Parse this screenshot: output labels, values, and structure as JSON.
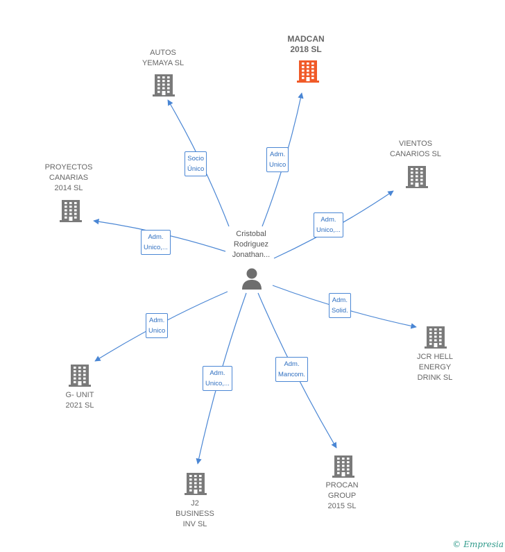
{
  "center": {
    "name": "Cristobal\nRodriguez\nJonathan..."
  },
  "nodes": [
    {
      "id": "autos-yemaya",
      "label": "AUTOS\nYEMAYA SL",
      "highlight": false,
      "relation": "Socio\nÚnico"
    },
    {
      "id": "madcan-2018",
      "label": "MADCAN\n2018 SL",
      "highlight": true,
      "relation": "Adm.\nUnico"
    },
    {
      "id": "vientos-canarios",
      "label": "VIENTOS\nCANARIOS SL",
      "highlight": false,
      "relation": "Adm.\nUnico,..."
    },
    {
      "id": "proyectos-canarias",
      "label": "PROYECTOS\nCANARIAS\n2014 SL",
      "highlight": false,
      "relation": "Adm.\nUnico,..."
    },
    {
      "id": "jcr-hell",
      "label": "JCR HELL\nENERGY\nDRINK SL",
      "highlight": false,
      "relation": "Adm.\nSolid."
    },
    {
      "id": "g-unit-2021",
      "label": "G- UNIT\n2021 SL",
      "highlight": false,
      "relation": "Adm.\nUnico"
    },
    {
      "id": "j2-business",
      "label": "J2\nBUSINESS\nINV SL",
      "highlight": false,
      "relation": "Adm.\nUnico,..."
    },
    {
      "id": "procan-group",
      "label": "PROCAN\nGROUP\n2015 SL",
      "highlight": false,
      "relation": "Adm.\nMancom."
    }
  ],
  "colors": {
    "edge": "#4a86d4",
    "building": "#7a7a7a",
    "building_highlight": "#f05a28",
    "person": "#6e6e6e"
  },
  "footer": {
    "copyright_symbol": "©",
    "brand": "Empresia"
  }
}
